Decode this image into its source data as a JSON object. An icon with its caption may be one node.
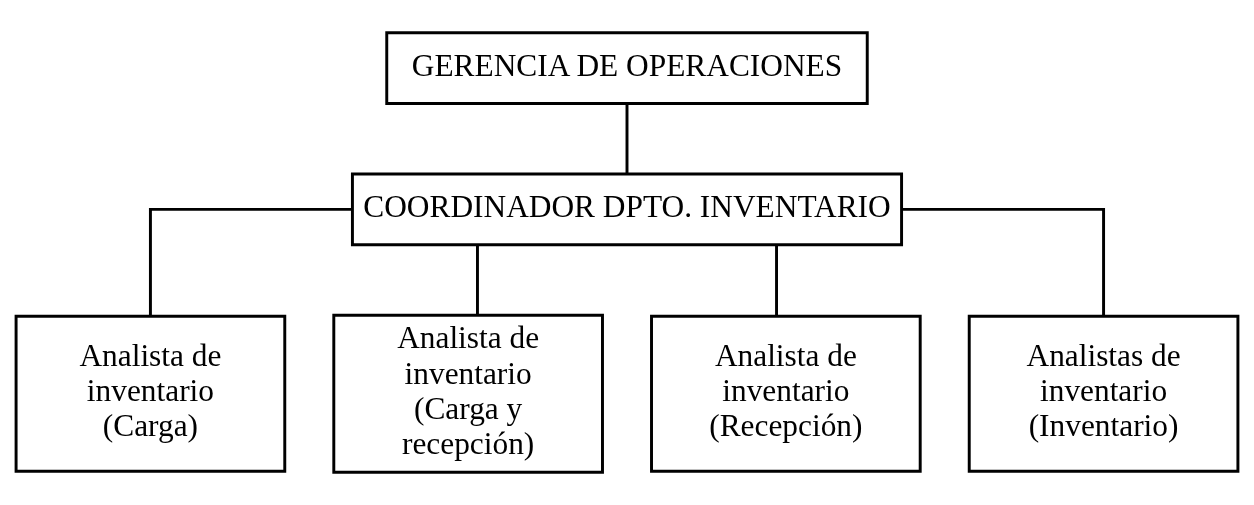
{
  "diagram": {
    "nodes": [
      {
        "text": [
          "GERENCIA DE OPERACIONES"
        ]
      },
      {
        "text": [
          "COORDINADOR DPTO. INVENTARIO"
        ]
      },
      {
        "text": [
          "Analista de inventario (Carga)"
        ]
      },
      {
        "text": [
          "Analista de inventario (Carga y recepción)"
        ]
      },
      {
        "text": [
          "Analista de inventario (Recepción)"
        ]
      },
      {
        "text": [
          "Analistas de inventario (Inventario)"
        ]
      }
    ],
    "edges": [
      {
        "from": 0,
        "to": 1,
        "arrow": "none"
      },
      {
        "from": 1,
        "to": 2,
        "arrow": "none"
      },
      {
        "from": 1,
        "to": 3,
        "arrow": "none"
      },
      {
        "from": 1,
        "to": 4,
        "arrow": "none"
      },
      {
        "from": 1,
        "to": 5,
        "arrow": "none"
      }
    ]
  }
}
